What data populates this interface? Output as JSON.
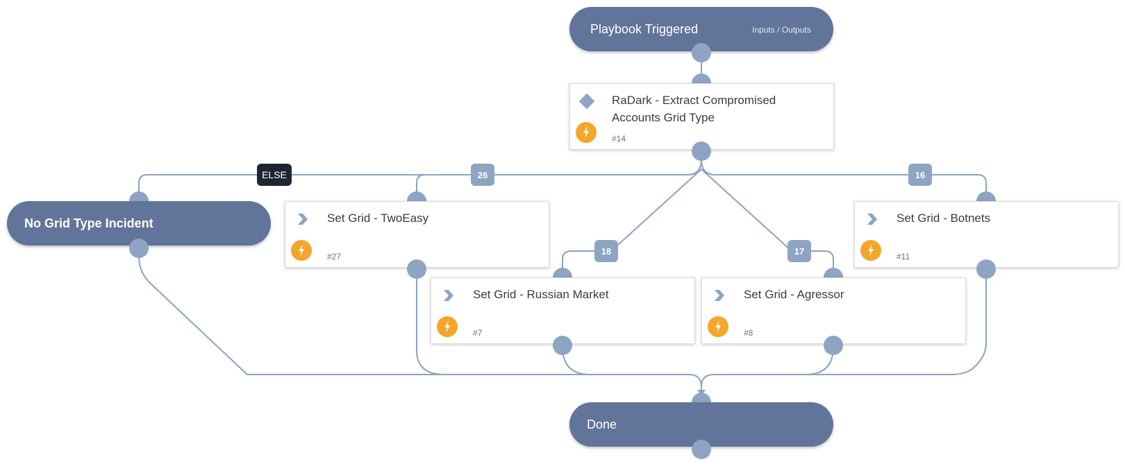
{
  "start": {
    "title": "Playbook Triggered",
    "io_link": "Inputs / Outputs"
  },
  "condition": {
    "title_line1": "RaDark - Extract Compromised",
    "title_line2": "Accounts Grid Type",
    "id": "#14"
  },
  "branches": {
    "else": "ELSE",
    "b26": "26",
    "b16": "16",
    "b18": "18",
    "b17": "17"
  },
  "no_grid": {
    "title": "No Grid Type Incident"
  },
  "tasks": [
    {
      "title": "Set Grid - TwoEasy",
      "id": "#27"
    },
    {
      "title": "Set Grid - Botnets",
      "id": "#11"
    },
    {
      "title": "Set Grid - Russian Market",
      "id": "#7"
    },
    {
      "title": "Set Grid - Agressor",
      "id": "#8"
    }
  ],
  "end": {
    "title": "Done"
  },
  "colors": {
    "node": "#61759a",
    "port": "#8da4c3",
    "edge": "#8aa2bf",
    "automation": "#f2a62a",
    "else_badge": "#1e2533"
  }
}
